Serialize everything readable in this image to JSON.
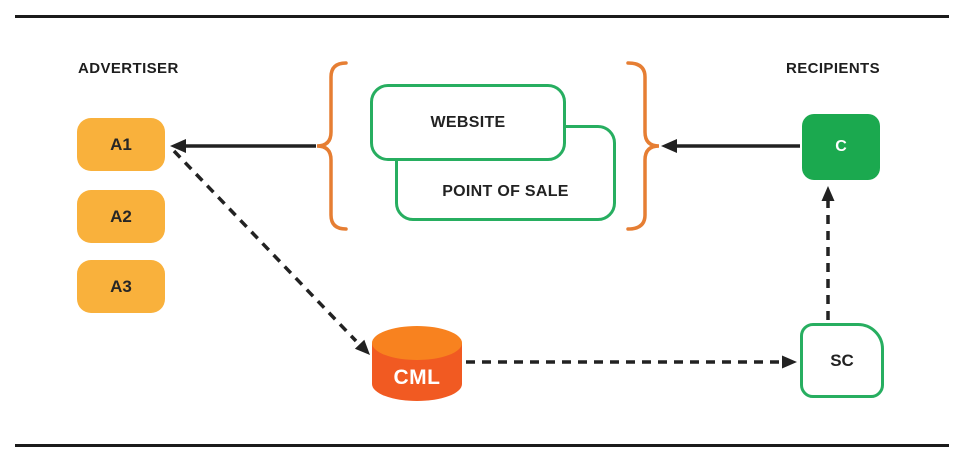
{
  "figure": {
    "background": "#FFFFFF",
    "rule_color": "#1B1B1B"
  },
  "advertiser": {
    "label": "ADVERTISER",
    "node_color": "#F9B13C",
    "nodes": [
      {
        "label": "A1"
      },
      {
        "label": "A2"
      },
      {
        "label": "A3"
      }
    ]
  },
  "channels": {
    "website_label": "WEBSITE",
    "pos_label": "POINT OF SALE",
    "outline_color": "#27AE60",
    "brace_color": "#E67E33"
  },
  "recipients": {
    "label": "RECIPIENTS",
    "consumer_label": "C",
    "consumer_color": "#1BA94F"
  },
  "cml": {
    "label": "CML",
    "body_color": "#F15A22",
    "top_color": "#F8821F"
  },
  "sc": {
    "label": "SC"
  },
  "arrows": {
    "color": "#222222"
  }
}
